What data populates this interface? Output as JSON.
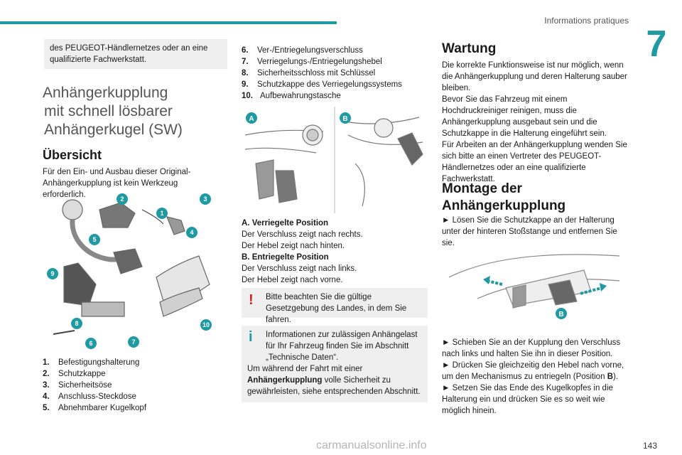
{
  "header": {
    "section_title": "Informations pratiques",
    "chapter_number": "7",
    "accent_color": "#1f9aa3"
  },
  "left": {
    "top_box_text": "des PEUGEOT-Händlernetzes oder an eine qualifizierte Fachwerkstatt.",
    "title_lines": [
      "Anhängerkupplung",
      "mit schnell lösbarer",
      "Anhängerkugel (SW)"
    ],
    "overview_heading": "Übersicht",
    "overview_text": "Für den Ein- und Ausbau dieser Original-Anhängerkupplung ist kein Werkzeug erforderlich.",
    "figure_callouts": [
      "1",
      "2",
      "3",
      "4",
      "5",
      "6",
      "7",
      "8",
      "9",
      "10"
    ],
    "legend": [
      {
        "num": "1.",
        "text": "Befestigungshalterung"
      },
      {
        "num": "2.",
        "text": "Schutzkappe"
      },
      {
        "num": "3.",
        "text": "Sicherheitsöse"
      },
      {
        "num": "4.",
        "text": "Anschluss-Steckdose"
      },
      {
        "num": "5.",
        "text": "Abnehmbarer Kugelkopf"
      }
    ]
  },
  "middle": {
    "legend": [
      {
        "num": "6.",
        "text": "Ver-/Entriegelungsverschluss"
      },
      {
        "num": "7.",
        "text": "Verriegelungs-/Entriegelungshebel"
      },
      {
        "num": "8.",
        "text": "Sicherheitsschloss mit Schlüssel"
      },
      {
        "num": "9.",
        "text": "Schutzkappe des Verriegelungssystems"
      },
      {
        "num": "10.",
        "text": "Aufbewahrungstasche"
      }
    ],
    "figure_labels": [
      "A",
      "B"
    ],
    "pos_a_title": "A. Verriegelte Position",
    "pos_a_line1": "Der Verschluss zeigt nach rechts.",
    "pos_a_line2": "Der Hebel zeigt nach hinten.",
    "pos_b_title": "B. Entriegelte Position",
    "pos_b_line1": "Der Verschluss zeigt nach links.",
    "pos_b_line2": "Der Hebel zeigt nach vorne.",
    "warning_text": "Bitte beachten Sie die gültige Gesetzgebung des Landes, in dem Sie fahren.",
    "info_line1": "Informationen zur zulässigen Anhängelast für Ihr Fahrzeug finden Sie im Abschnitt „Technische Daten“.",
    "info_line2_a": "Um während der Fahrt mit einer ",
    "info_line2_bold": "Anhängerkupplung",
    "info_line2_b": " volle Sicherheit zu gewährleisten, siehe entsprechenden Abschnitt."
  },
  "right": {
    "maintenance_heading": "Wartung",
    "maintenance_text": "Die korrekte Funktionsweise ist nur möglich, wenn die Anhängerkupplung und deren Halterung sauber bleiben.",
    "maintenance_text2": "Bevor Sie das Fahrzeug mit einem Hochdruckreiniger reinigen, muss die Anhängerkupplung ausgebaut sein und die Schutzkappe in die Halterung eingeführt sein.",
    "maintenance_text3": "Für Arbeiten an der Anhängerkupplung wenden Sie sich bitte an einen Vertreter des PEUGEOT-Händlernetzes oder an eine qualifizierte Fachwerkstatt.",
    "mount_heading_line1": "Montage der",
    "mount_heading_line2": "Anhängerkupplung",
    "step1": "► Lösen Sie die Schutzkappe an der Halterung unter der hinteren Stoßstange und entfernen Sie sie.",
    "figure_label": "B",
    "step2": "► Schieben Sie an der Kupplung den Verschluss nach links und halten Sie ihn in dieser Position.",
    "step3_a": "► Drücken Sie gleichzeitig den Hebel nach vorne, um den Mechanismus zu entriegeln (Position ",
    "step3_bold": "B",
    "step3_b": ").",
    "step4": "► Setzen Sie das Ende des Kugelkopfes in die Halterung ein und drücken Sie es so weit wie möglich hinein."
  },
  "footer": {
    "page_number": "143",
    "watermark": "carmanualsonline.info"
  }
}
